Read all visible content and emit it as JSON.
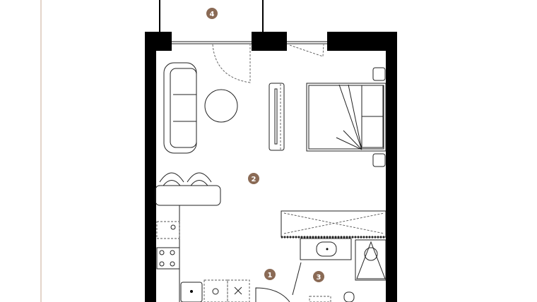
{
  "plan": {
    "accent_color": "#8a6a55",
    "wall_color": "#000000",
    "rooms": [
      {
        "label": "1",
        "room": "hallway"
      },
      {
        "label": "2",
        "room": "living-bedroom-kitchen"
      },
      {
        "label": "3",
        "room": "bathroom"
      },
      {
        "label": "4",
        "room": "balcony"
      }
    ]
  }
}
